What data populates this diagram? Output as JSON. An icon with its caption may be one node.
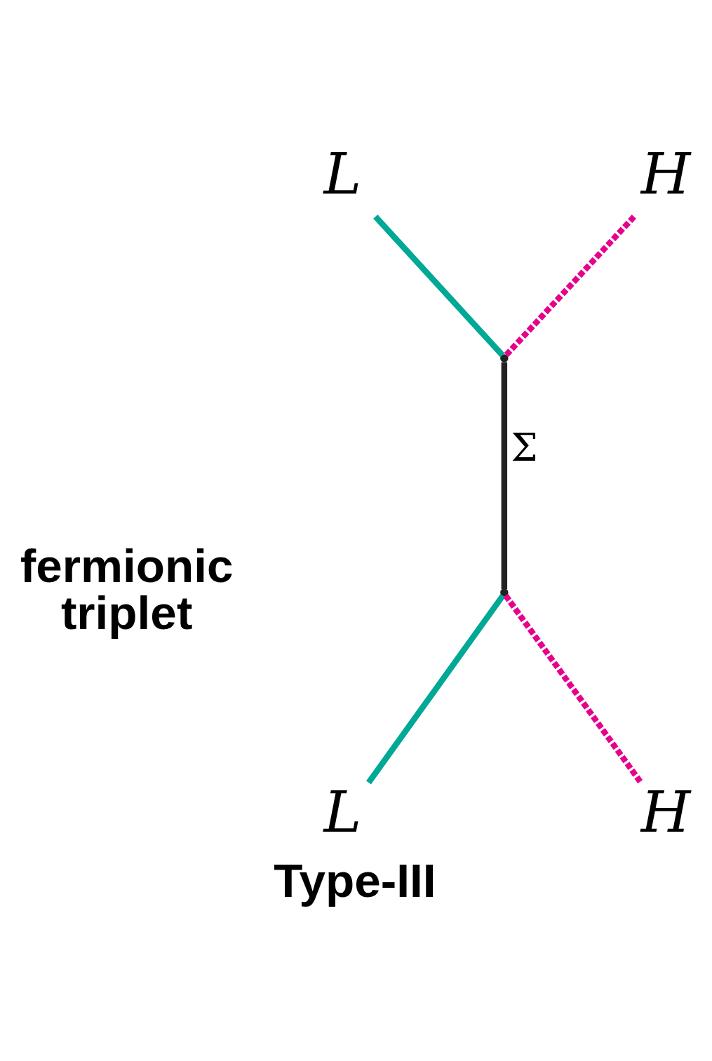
{
  "diagram": {
    "caption": "Type-III",
    "nodes": [
      {
        "text": [
          "L"
        ]
      },
      {
        "text": [
          "H"
        ]
      },
      {
        "text": [],
        "shape": "point"
      },
      {
        "text": [],
        "shape": "point"
      },
      {
        "text": [
          "L"
        ]
      },
      {
        "text": [
          "H"
        ]
      }
    ],
    "edges": [
      {
        "from": 0,
        "to": 2,
        "arrow": "none",
        "color": "#00a896"
      },
      {
        "from": 1,
        "to": 2,
        "arrow": "none",
        "style": "dashed",
        "color": "#e6008c"
      },
      {
        "from": 2,
        "to": 3,
        "arrow": "none",
        "label": "Σ",
        "color": "#222222"
      },
      {
        "from": 3,
        "to": 4,
        "arrow": "none",
        "color": "#00a896"
      },
      {
        "from": 3,
        "to": 5,
        "arrow": "none",
        "style": "dashed",
        "color": "#e6008c"
      }
    ],
    "labels": [
      "fermionic triplet"
    ]
  }
}
